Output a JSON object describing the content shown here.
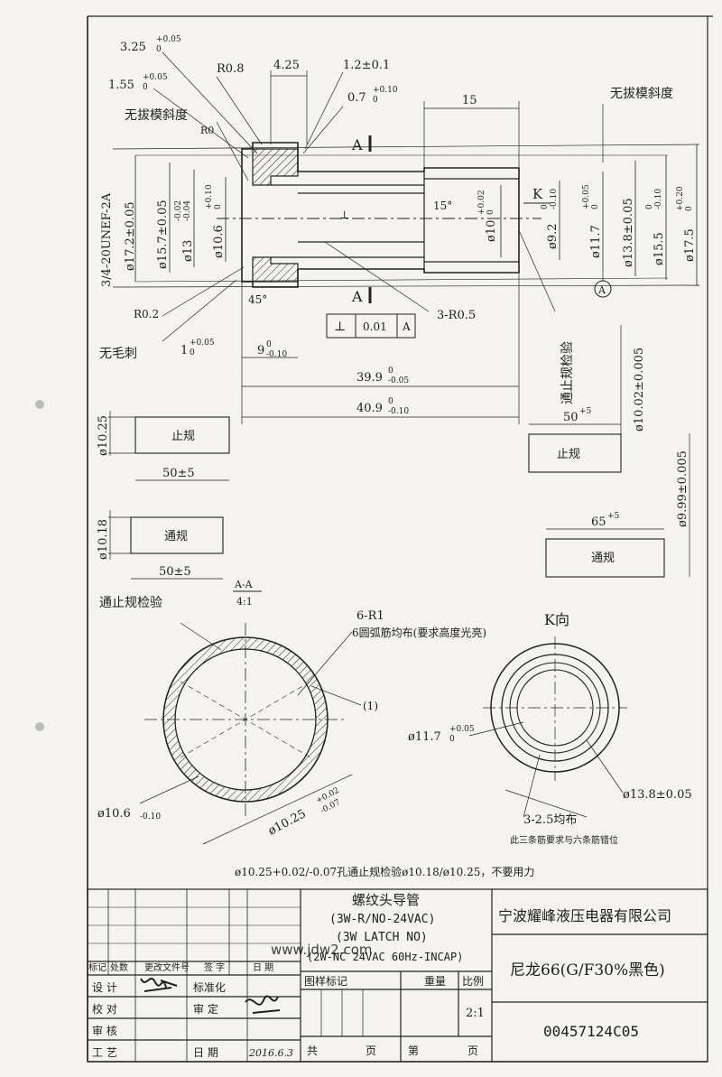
{
  "main_view": {
    "dims": {
      "d_325": "3.25",
      "d_325_tol": "+0.05",
      "d_325_tol2": "0",
      "d_155": "1.55",
      "d_155_tol": "+0.05",
      "d_155_tol2": "0",
      "r08": "R0.8",
      "d_425": "4.25",
      "d_12": "1.2±0.1",
      "d_07": "0.7",
      "d_07_tol": "+0.10",
      "d_07_tol2": "0",
      "d_15": "15",
      "r0": "R0",
      "r02": "R0.2",
      "angle45": "45°",
      "angle15": "15°",
      "r05": "3-R0.5",
      "thread": "3/4-20UNEF-2A",
      "dia172": "ø17.2±0.05",
      "dia157": "ø15.7±0.05",
      "dia13": "ø13",
      "dia13_tol": "-0.02",
      "dia13_tol2": "-0.04",
      "dia106": "ø10.6",
      "dia106_tol": "+0.10",
      "dia106_tol2": "0",
      "dia10": "ø10",
      "dia10_tol": "+0.02",
      "dia10_tol2": "0",
      "dia92": "ø9.2",
      "dia92_tol": "0",
      "dia92_tol2": "-0.10",
      "dia117": "ø11.7",
      "dia117_tol": "+0.05",
      "dia117_tol2": "0",
      "dia138": "ø13.8±0.05",
      "dia155": "ø15.5",
      "dia155_tol": "0",
      "dia155_tol2": "-0.10",
      "dia175": "ø17.5",
      "dia175_tol": "+0.20",
      "dia175_tol2": "0",
      "d_1": "1",
      "d_1_tol": "+0.05",
      "d_1_tol2": "0",
      "d_9": "9",
      "d_9_tol": "0",
      "d_9_tol2": "-0.10",
      "d_399": "39.9",
      "d_399_tol": "0",
      "d_399_tol2": "-0.05",
      "d_409": "40.9",
      "d_409_tol": "0",
      "d_409_tol2": "-0.10",
      "tol_frame": [
        "⊥",
        "0.01",
        "A"
      ]
    },
    "notes": {
      "no_draft_left": "无拔模斜度",
      "no_draft_right": "无拔模斜度",
      "no_burr": "无毛刺",
      "section_mark": "A",
      "k_mark": "K",
      "datum": "A",
      "perp_mark": "⊥"
    }
  },
  "gauges": {
    "stop_left": {
      "label": "止规",
      "dia": "ø10.25",
      "len": "50±5"
    },
    "go_left": {
      "label": "通规",
      "dia": "ø10.18",
      "len": "50±5"
    },
    "check_title": "通止规检验",
    "stop_right": {
      "label": "止规",
      "dia": "ø10.02±0.005",
      "len": "50",
      "len_tol": "+5"
    },
    "go_right": {
      "label": "通规",
      "dia": "ø9.99±0.005",
      "len": "65",
      "len_tol": "+5"
    }
  },
  "section_aa": {
    "title": "A-A",
    "scale": "4:1",
    "check_label": "通止规检验",
    "ribs": "6-R1",
    "ribs_note": "6圆弧筋均布(要求高度光亮)",
    "marker": "(1)",
    "dia_outer": "ø10.6",
    "dia_outer_tol": "-0.10",
    "dia_inner": "ø10.25",
    "dia_inner_tol": "+0.02",
    "dia_inner_tol2": "-0.07",
    "note": "ø10.25+0.02/-0.07孔通止规检验ø10.18/ø10.25，不要用力"
  },
  "view_k": {
    "title": "K向",
    "dia117": "ø11.7",
    "dia117_tol": "+0.05",
    "dia117_tol2": "0",
    "dia138": "ø13.8±0.05",
    "ribs": "3-2.5均布",
    "note": "此三条筋要求与六条筋错位"
  },
  "title_block": {
    "part_name": "螺纹头导管",
    "variants": [
      "(3W-R/NO-24VAC)",
      "(3W LATCH NO)",
      "(2W-NC 24VAC 60Hz-INCAP)"
    ],
    "company": "宁波耀峰液压电器有限公司",
    "material": "尼龙66(G/F30%黑色)",
    "drawing_no": "00457124C05",
    "watermark": "www.jdw2.com",
    "headers": {
      "mark": "标记",
      "zones": "处数",
      "doc": "更改文件号",
      "sign": "签  字",
      "date": "日  期",
      "design": "设  计",
      "standard": "标准化",
      "check": "校  对",
      "review": "审  定",
      "audit": "审  核",
      "craft": "工  艺",
      "date2": "日  期",
      "drawing_mark": "图样标记",
      "weight": "重量",
      "scale": "比例",
      "total": "共",
      "page": "页",
      "sheet_no": "第",
      "page2": "页"
    },
    "scale_value": "2:1",
    "date_value": "2016.6.3"
  }
}
